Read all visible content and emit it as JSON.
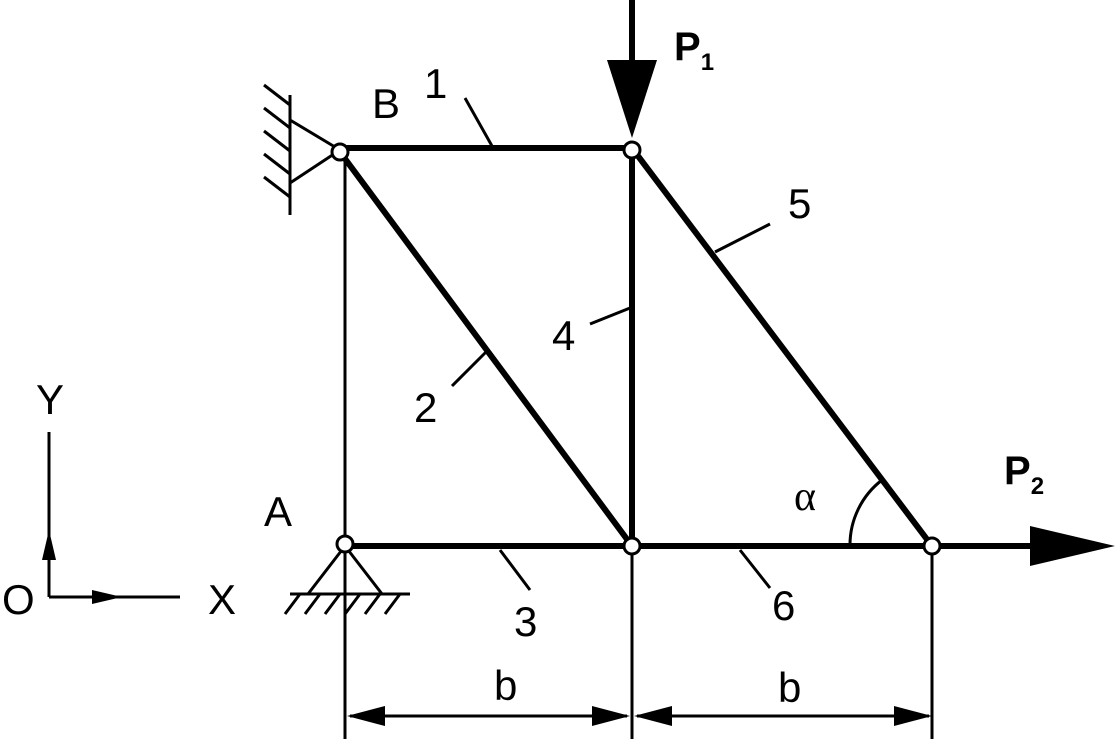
{
  "points": {
    "A": "A",
    "B": "B",
    "O": "O"
  },
  "axes": {
    "x": "X",
    "y": "Y"
  },
  "members": [
    "1",
    "2",
    "3",
    "4",
    "5",
    "6"
  ],
  "loads": {
    "p1": {
      "main": "P",
      "sub": "1"
    },
    "p2": {
      "main": "P",
      "sub": "2"
    }
  },
  "angle": "α",
  "dimensions": [
    "b",
    "b"
  ]
}
